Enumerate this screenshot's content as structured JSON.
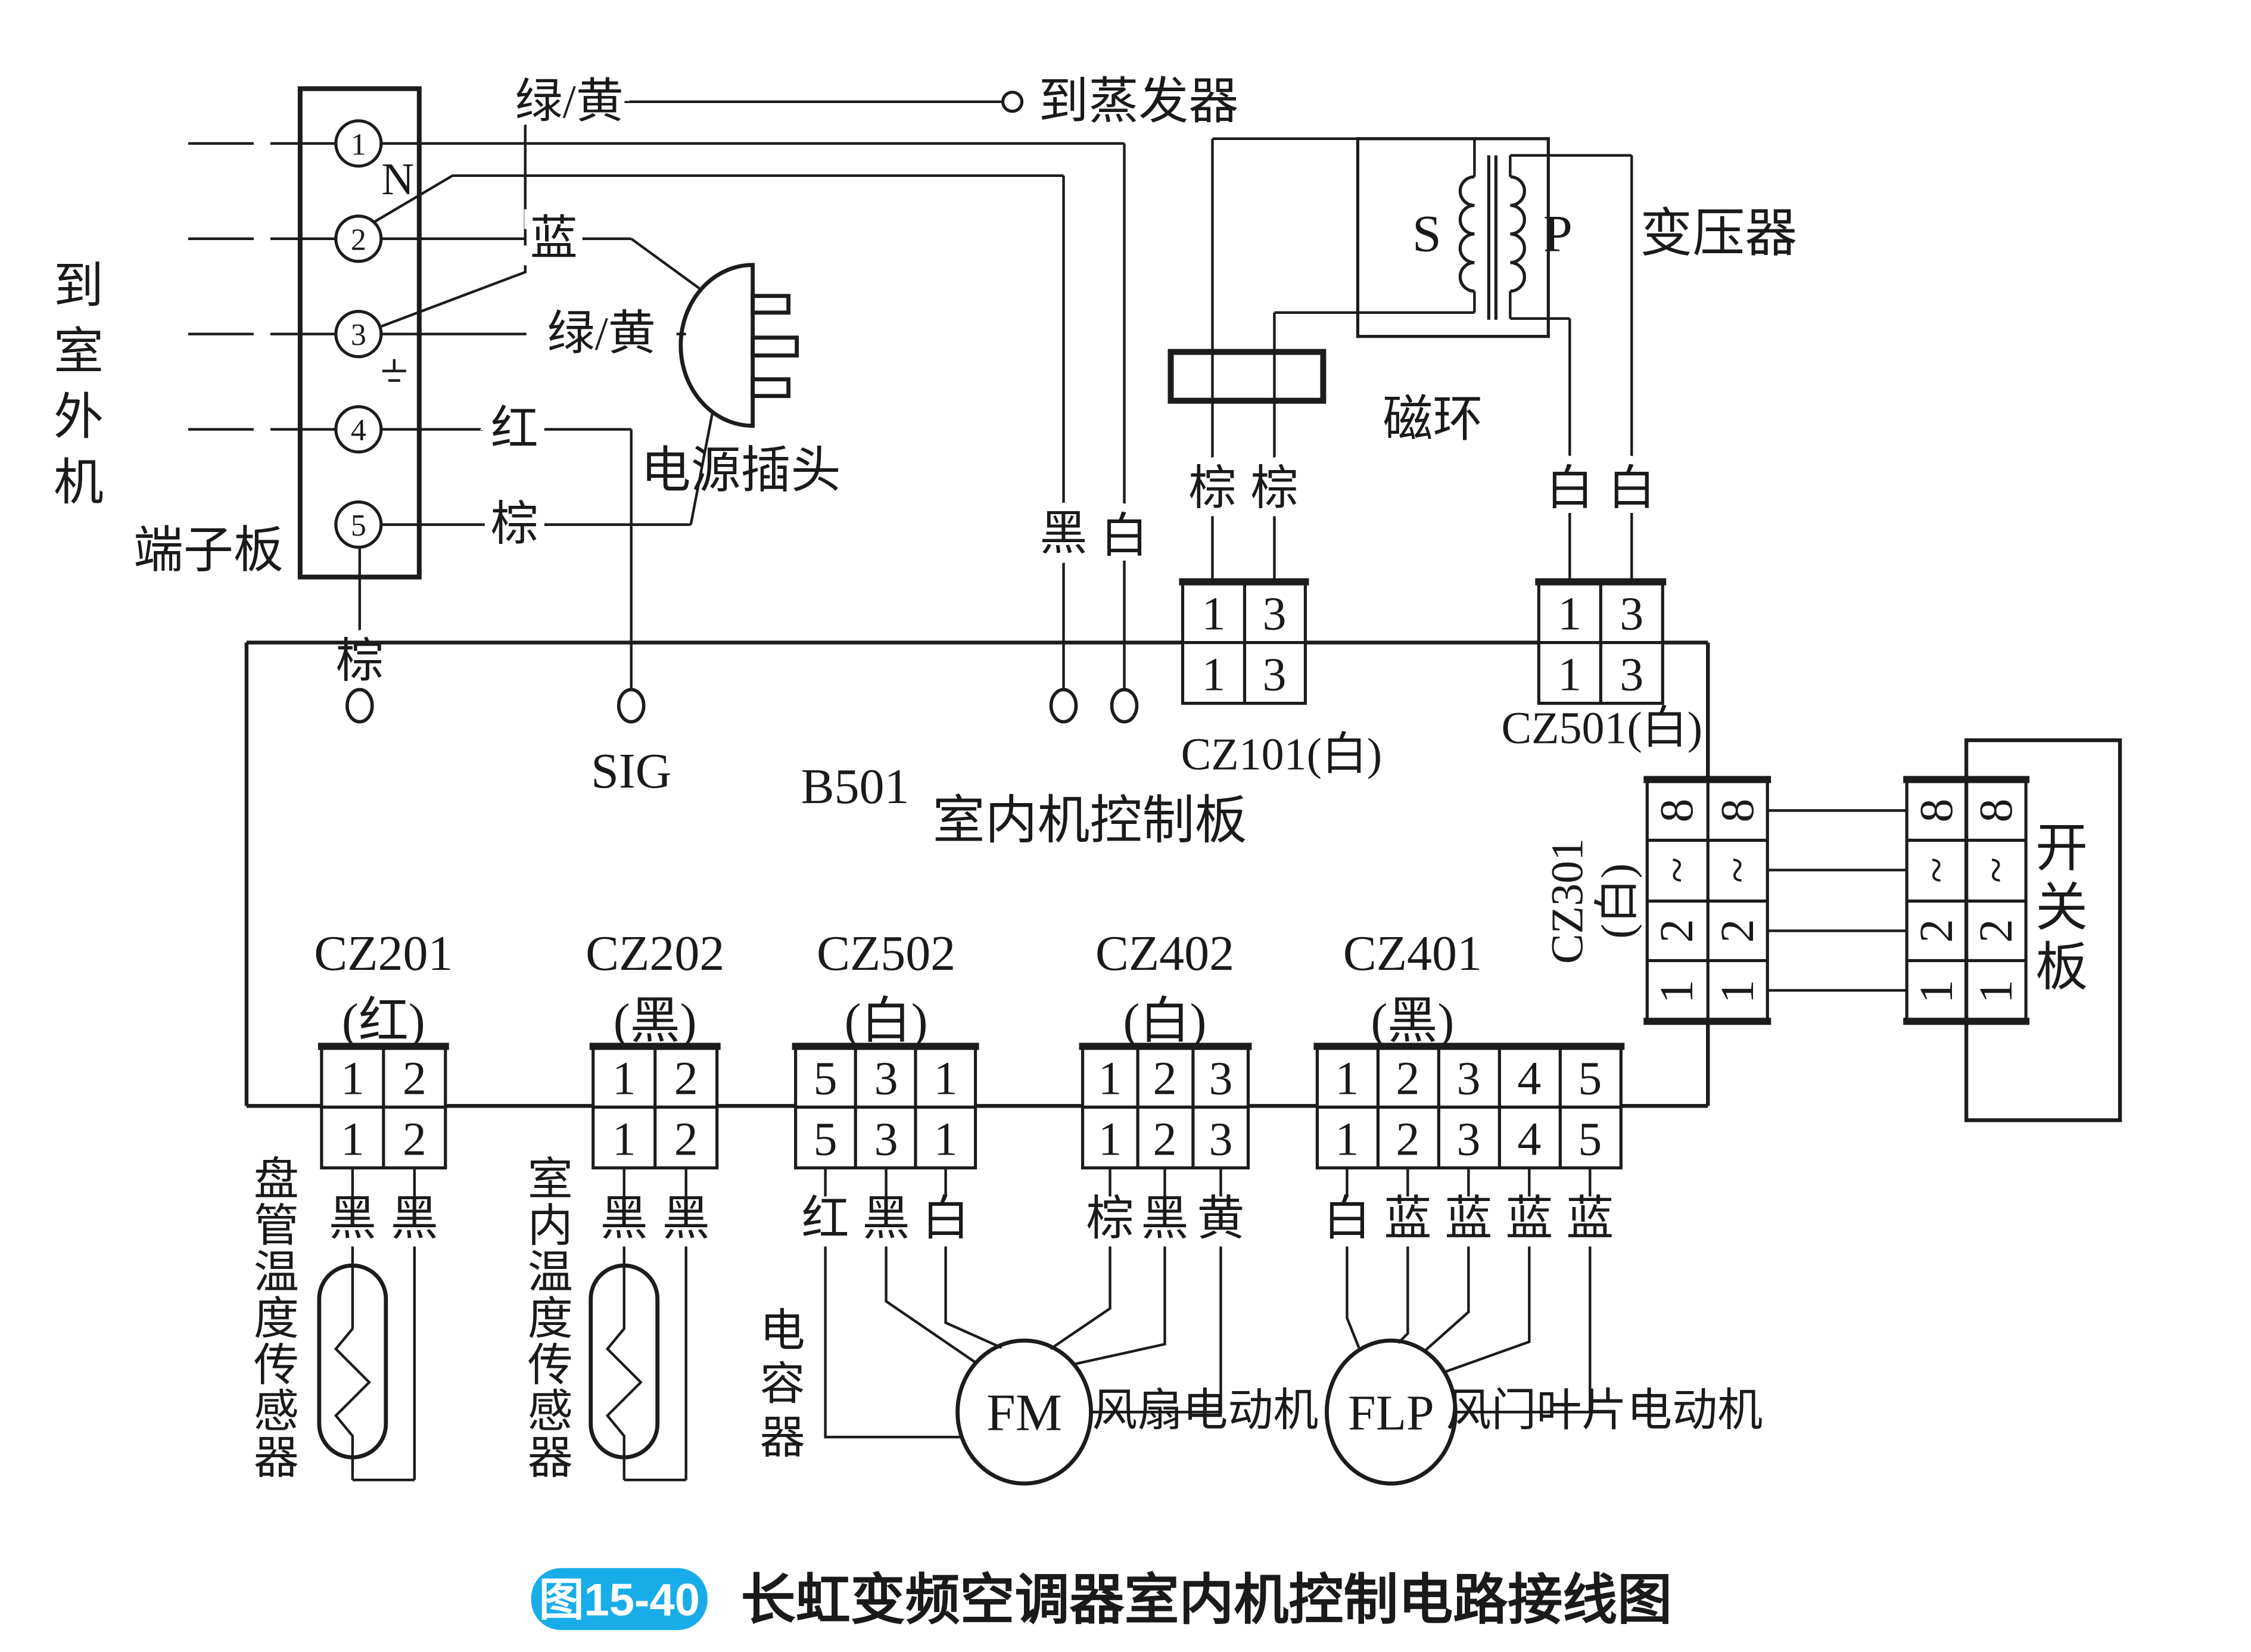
{
  "figure": {
    "badge": "图15-40",
    "caption": "长虹变频空调器室内机控制电路接线图",
    "badge_color": "#18ade9"
  },
  "terminal_block": {
    "pins": [
      "1",
      "2",
      "3",
      "4",
      "5"
    ],
    "n": "N",
    "label": "端子板",
    "to_outdoor": "到室外机"
  },
  "wires": {
    "green_yellow_top": "绿/黄",
    "to_evaporator": "到蒸发器",
    "blue": "蓝",
    "green_yellow": "绿/黄",
    "red": "红",
    "brown": "棕",
    "brown_down": "棕",
    "black": "黑",
    "white": "白",
    "sig": "SIG",
    "b501": "B501"
  },
  "plug": {
    "label": "电源插头"
  },
  "transformer": {
    "label": "变压器",
    "s": "S",
    "p": "P",
    "ring": "磁环",
    "browns": [
      "棕",
      "棕"
    ],
    "whites": [
      "白",
      "白"
    ]
  },
  "board": {
    "label": "室内机控制板"
  },
  "switch_board": {
    "label": "开关板"
  },
  "cz101": {
    "label": "CZ101(白)",
    "cells": [
      "1",
      "3",
      "1",
      "3"
    ]
  },
  "cz501": {
    "label": "CZ501(白)",
    "cells": [
      "1",
      "3",
      "1",
      "3"
    ]
  },
  "cz301": {
    "label": "CZ301",
    "color": "(白)",
    "pins": [
      "8",
      "~",
      "2",
      "1"
    ]
  },
  "sw_conn": {
    "pins": [
      "8",
      "~",
      "2",
      "1"
    ]
  },
  "cz201": {
    "title": "CZ201",
    "color": "(红)",
    "cells": [
      "1",
      "2",
      "1",
      "2"
    ],
    "wires": [
      "黑",
      "黑"
    ],
    "device": "盘管温度传感器"
  },
  "cz202": {
    "title": "CZ202",
    "color": "(黑)",
    "cells": [
      "1",
      "2",
      "1",
      "2"
    ],
    "wires": [
      "黑",
      "黑"
    ],
    "device": "室内温度传感器"
  },
  "cz502": {
    "title": "CZ502",
    "color": "(白)",
    "cells": [
      "5",
      "3",
      "1",
      "5",
      "3",
      "1"
    ],
    "wires": [
      "红",
      "黑",
      "白"
    ],
    "capacitor": "电容器"
  },
  "cz402": {
    "title": "CZ402",
    "color": "(白)",
    "cells": [
      "1",
      "2",
      "3",
      "1",
      "2",
      "3"
    ],
    "wires": [
      "棕",
      "黑",
      "黄"
    ]
  },
  "cz401": {
    "title": "CZ401",
    "color": "(黑)",
    "cells": [
      "1",
      "2",
      "3",
      "4",
      "5",
      "1",
      "2",
      "3",
      "4",
      "5"
    ],
    "wires": [
      "白",
      "蓝",
      "蓝",
      "蓝",
      "蓝"
    ]
  },
  "motors": {
    "fm": "FM",
    "fm_label": "风扇电动机",
    "flp": "FLP",
    "flp_label": "风门叶片电动机"
  }
}
